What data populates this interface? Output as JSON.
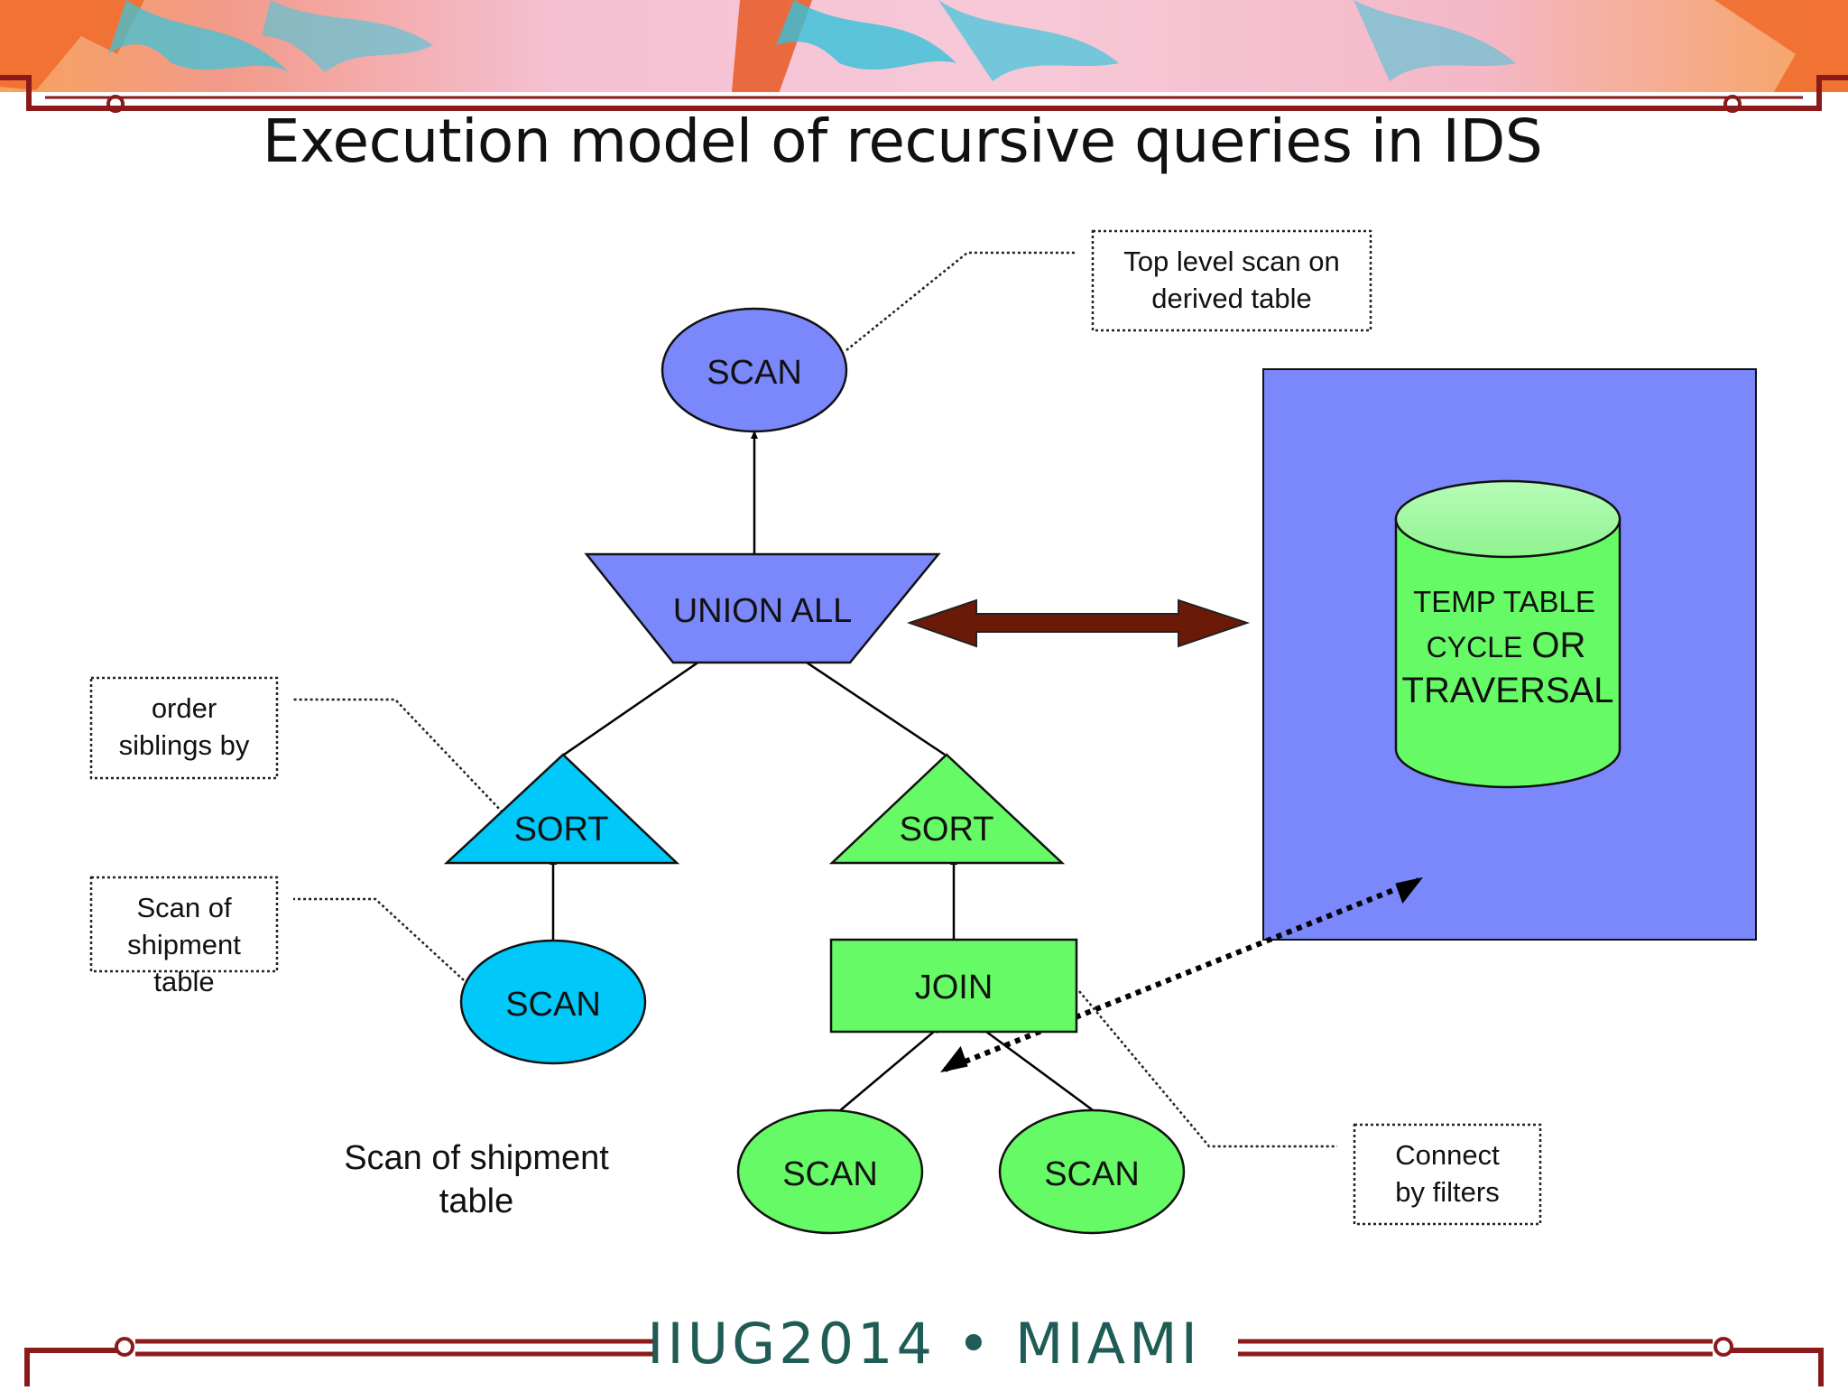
{
  "slide": {
    "title": "Execution model of recursive queries in IDS",
    "footer": "IIUG2014 • MIAMI"
  },
  "nodes": {
    "top_scan": "SCAN",
    "union_all": "UNION ALL",
    "sort_left": "SORT",
    "sort_right": "SORT",
    "scan_left": "SCAN",
    "join": "JOIN",
    "scan_bottom_left": "SCAN",
    "scan_bottom_right": "SCAN",
    "temp_table_line1": "TEMP TABLE",
    "temp_table_line2a": "CYCLE",
    "temp_table_line2b": "OR",
    "temp_table_line3": "TRAVERSAL"
  },
  "callouts": {
    "top_level_line1": "Top level scan on",
    "top_level_line2": "derived table",
    "order_line1": "order",
    "order_line2": "siblings by",
    "scan_shipment_line1": "Scan of",
    "scan_shipment_line2": "shipment",
    "scan_shipment_line3": "table",
    "connect_line1": "Connect",
    "connect_line2": "by filters"
  },
  "labels": {
    "bottom_caption_line1": "Scan of shipment",
    "bottom_caption_line2": "table"
  },
  "colors": {
    "periwinkle": "#7b88fc",
    "cyan": "#00c8f8",
    "green": "#66fa66",
    "green_top": "#a0fba0",
    "dark_red_arrow": "#6b1a08",
    "border_red": "#8b1a1a",
    "footer_teal": "#1f5c55"
  }
}
